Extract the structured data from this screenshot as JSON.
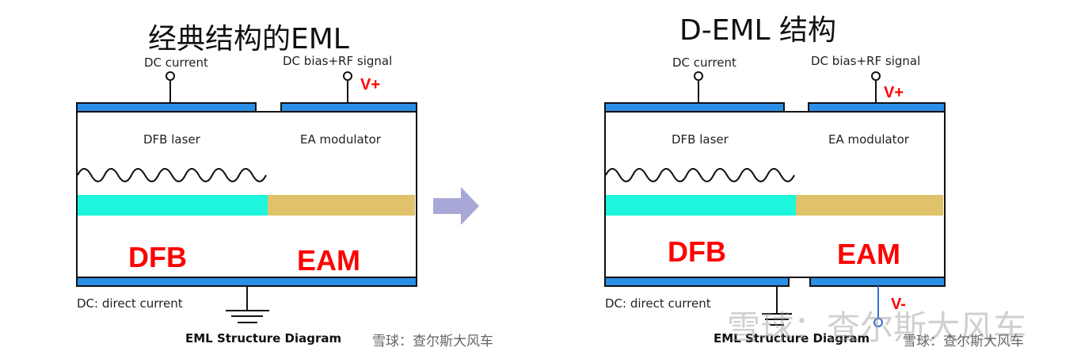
{
  "left": {
    "title": "经典结构的EML",
    "dc_current": "DC current",
    "dc_bias_rf": "DC bias+RF signal",
    "v_plus": "V+",
    "dfb_laser": "DFB laser",
    "ea_modulator": "EA modulator",
    "dfb": "DFB",
    "eam": "EAM",
    "dc_note": "DC: direct current",
    "caption": "EML Structure Diagram"
  },
  "right": {
    "title": "D-EML 结构",
    "dc_current": "DC current",
    "dc_bias_rf": "DC bias+RF signal",
    "v_plus": "V+",
    "v_minus": "V-",
    "dfb_laser": "DFB laser",
    "ea_modulator": "EA modulator",
    "dfb": "DFB",
    "eam": "EAM",
    "dc_note": "DC: direct current",
    "caption": "EML Structure Diagram"
  },
  "watermark": "雪球：查尔斯大风车",
  "colors": {
    "electrode": "#2a8fe6",
    "dfb_core": "#1ef5dd",
    "eam_core": "#e0c26a",
    "arrow": "#a8a8d8",
    "accent": "#ff0000"
  }
}
